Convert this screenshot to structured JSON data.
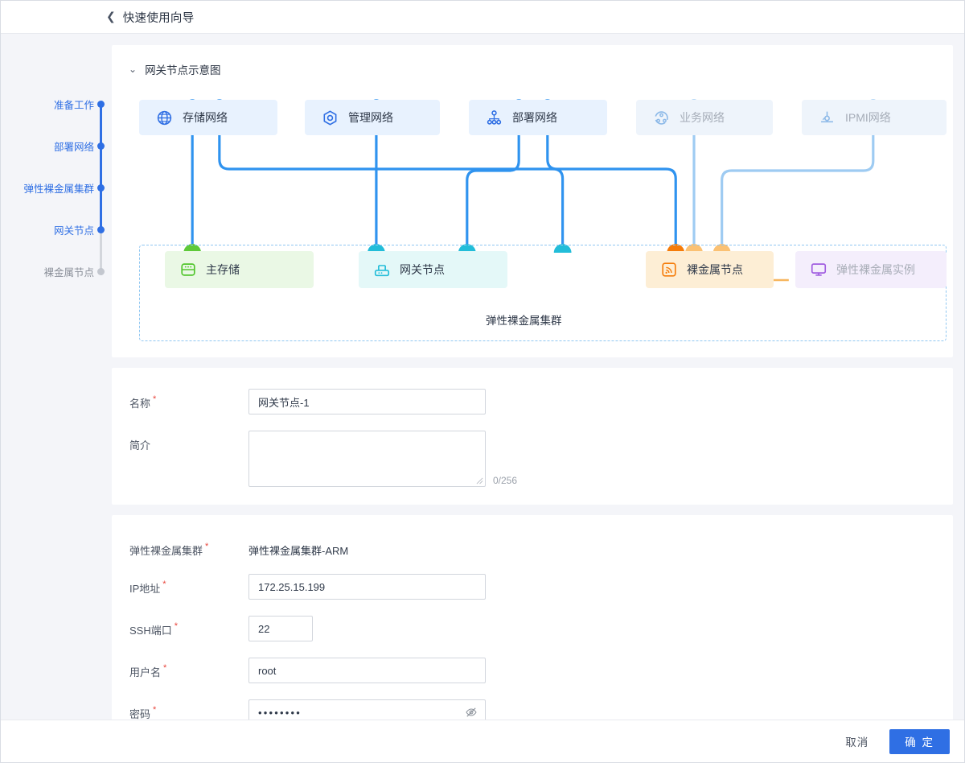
{
  "header": {
    "back_icon": "chevron-left-icon",
    "title": "快速使用向导"
  },
  "steps": [
    {
      "label": "准备工作",
      "state": "done"
    },
    {
      "label": "部署网络",
      "state": "done"
    },
    {
      "label": "弹性裸金属集群",
      "state": "done"
    },
    {
      "label": "网关节点",
      "state": "current"
    },
    {
      "label": "裸金属节点",
      "state": "pending"
    }
  ],
  "diagram": {
    "caret_icon": "chevron-down-icon",
    "title": "网关节点示意图",
    "cluster_caption": "弹性裸金属集群",
    "networks": [
      {
        "label": "存储网络",
        "icon": "globe-icon",
        "enabled": true
      },
      {
        "label": "管理网络",
        "icon": "hexagon-target-icon",
        "enabled": true
      },
      {
        "label": "部署网络",
        "icon": "node-tree-icon",
        "enabled": true
      },
      {
        "label": "业务网络",
        "icon": "service-circle-icon",
        "enabled": false
      },
      {
        "label": "IPMI网络",
        "icon": "ipmi-icon",
        "enabled": false
      }
    ],
    "nodes": [
      {
        "label": "主存储",
        "icon": "database-icon",
        "color": "green"
      },
      {
        "label": "网关节点",
        "icon": "router-icon",
        "color": "cyan"
      },
      {
        "label": "裸金属节点",
        "icon": "signal-icon",
        "color": "amber"
      },
      {
        "label": "弹性裸金属实例",
        "icon": "monitor-icon",
        "color": "purple"
      }
    ]
  },
  "form_basic": {
    "name": {
      "label": "名称",
      "required": "*",
      "value": "网关节点-1"
    },
    "desc": {
      "label": "简介",
      "required": "",
      "value": "",
      "counter": "0/256"
    }
  },
  "form_conn": {
    "cluster": {
      "label": "弹性裸金属集群",
      "required": "*",
      "value": "弹性裸金属集群-ARM"
    },
    "ip": {
      "label": "IP地址",
      "required": "*",
      "value": "172.25.15.199"
    },
    "ssh_port": {
      "label": "SSH端口",
      "required": "*",
      "value": "22"
    },
    "username": {
      "label": "用户名",
      "required": "*",
      "value": "root"
    },
    "password": {
      "label": "密码",
      "required": "*",
      "value": "••••••••",
      "toggle_icon": "eye-slash-icon"
    }
  },
  "footer": {
    "cancel": "取消",
    "confirm": "确 定"
  },
  "colors": {
    "accent": "#2f6fe4",
    "wire_blue": "#2f93ef",
    "wire_blue_light": "#9ecbf2",
    "green": "#5ec939",
    "cyan": "#22bdd9",
    "orange": "#f59a23",
    "orange_strong": "#f57c0a",
    "purple": "#a05ce0",
    "required_red": "#e8453c"
  }
}
